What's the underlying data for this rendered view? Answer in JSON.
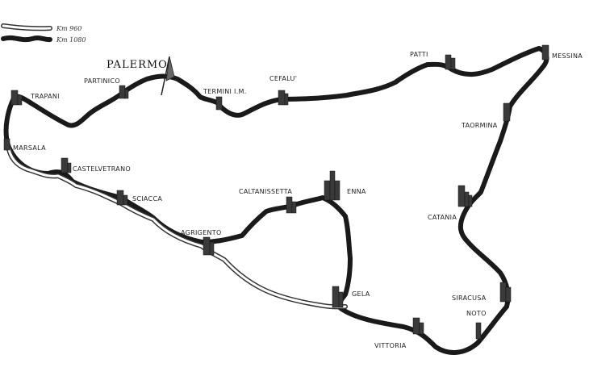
{
  "legend": {
    "route_short": "Km 960",
    "route_long": "Km 1080"
  },
  "towns": {
    "palermo": "PALERMO",
    "partinico": "PARTINICO",
    "trapani": "TRAPANI",
    "marsala": "MARSALA",
    "castelvetrano": "CASTELVETRANO",
    "sciacca": "SCIACCA",
    "agrigento": "AGRIGENTO",
    "caltanissetta": "CALTANISSETTA",
    "enna": "ENNA",
    "gela": "GELA",
    "vittoria": "VITTORIA",
    "noto": "NOTO",
    "siracusa": "SIRACUSA",
    "catania": "CATANIA",
    "taormina": "TAORMINA",
    "messina": "MESSINA",
    "patti": "PATTI",
    "cefalu": "CEFALU'",
    "termini": "TERMINI I.M."
  },
  "colors": {
    "route_long": "#1a1a1a",
    "route_short_outline": "#333333",
    "route_short_fill": "#ffffff",
    "landmark": "#3a3a3a"
  }
}
